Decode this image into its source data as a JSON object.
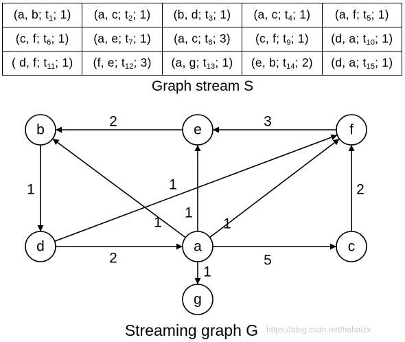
{
  "stream_table": {
    "rows": [
      [
        {
          "pre": "(a, b; t",
          "sub": "1",
          "post": "; 1)"
        },
        {
          "pre": "(a, c; t",
          "sub": "2",
          "post": "; 1)"
        },
        {
          "pre": "(b, d; t",
          "sub": "3",
          "post": "; 1)"
        },
        {
          "pre": "(a, c; t",
          "sub": "4",
          "post": "; 1)"
        },
        {
          "pre": "(a, f; t",
          "sub": "5",
          "post": "; 1)"
        }
      ],
      [
        {
          "pre": "(c, f; t",
          "sub": "6",
          "post": "; 1)"
        },
        {
          "pre": "(a, e; t",
          "sub": "7",
          "post": "; 1)"
        },
        {
          "pre": "(a, c; t",
          "sub": "8",
          "post": "; 3)"
        },
        {
          "pre": "(c, f; t",
          "sub": "9",
          "post": "; 1)"
        },
        {
          "pre": "(d, a; t",
          "sub": "10",
          "post": "; 1)"
        }
      ],
      [
        {
          "pre": "( d, f; t",
          "sub": "11",
          "post": "; 1)"
        },
        {
          "pre": "(f, e; t",
          "sub": "12",
          "post": "; 3)"
        },
        {
          "pre": "(a, g; t",
          "sub": "13",
          "post": "; 1)"
        },
        {
          "pre": "(e, b; t",
          "sub": "14",
          "post": "; 2)"
        },
        {
          "pre": "(d, a; t",
          "sub": "15",
          "post": "; 1)"
        }
      ]
    ]
  },
  "graph_stream_caption": "Graph stream S",
  "graph": {
    "nodes": [
      {
        "id": "b",
        "label": "b"
      },
      {
        "id": "e",
        "label": "e"
      },
      {
        "id": "f",
        "label": "f"
      },
      {
        "id": "d",
        "label": "d"
      },
      {
        "id": "a",
        "label": "a"
      },
      {
        "id": "c",
        "label": "c"
      },
      {
        "id": "g",
        "label": "g"
      }
    ],
    "edges": [
      {
        "from": "e",
        "to": "b",
        "weight": "2"
      },
      {
        "from": "f",
        "to": "e",
        "weight": "3"
      },
      {
        "from": "b",
        "to": "d",
        "weight": "1"
      },
      {
        "from": "c",
        "to": "f",
        "weight": "2"
      },
      {
        "from": "d",
        "to": "f",
        "weight": "1"
      },
      {
        "from": "a",
        "to": "b",
        "weight": "1"
      },
      {
        "from": "a",
        "to": "e",
        "weight": "1"
      },
      {
        "from": "a",
        "to": "f",
        "weight": "1"
      },
      {
        "from": "d",
        "to": "a",
        "weight": "2"
      },
      {
        "from": "a",
        "to": "c",
        "weight": "5"
      },
      {
        "from": "a",
        "to": "g",
        "weight": "1"
      }
    ]
  },
  "streaming_graph_caption": "Streaming graph G",
  "watermark": "https://blog.csdn.net/hohaizx"
}
